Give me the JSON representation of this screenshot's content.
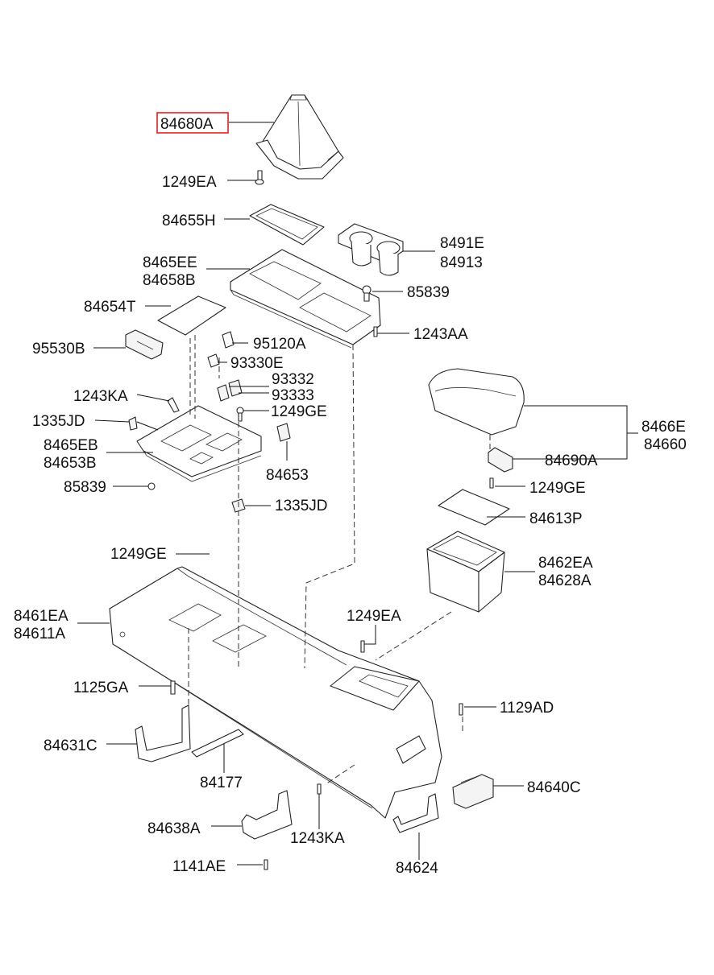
{
  "highlight_color": "#e02020",
  "labels": {
    "p84680A": "84680A",
    "p1249EA_a": "1249EA",
    "p84655H": "84655H",
    "p8491E": "8491E",
    "p84913": "84913",
    "p8465EE": "8465EE",
    "p84658B": "84658B",
    "p85839_a": "85839",
    "p84654T": "84654T",
    "p1243AA": "1243AA",
    "p95530B": "95530B",
    "p95120A": "95120A",
    "p93330E": "93330E",
    "p93332": "93332",
    "p93333": "93333",
    "p1243KA_a": "1243KA",
    "p1249GE_a": "1249GE",
    "p1335JD_a": "1335JD",
    "p8466E": "8466E",
    "p84660": "84660",
    "p8465EB": "8465EB",
    "p84653B": "84653B",
    "p84653": "84653",
    "p84690A": "84690A",
    "p85839_b": "85839",
    "p1249GE_b": "1249GE",
    "p1335JD_b": "1335JD",
    "p84613P": "84613P",
    "p1249GE_c": "1249GE",
    "p8462EA": "8462EA",
    "p84628A": "84628A",
    "p8461EA": "8461EA",
    "p84611A": "84611A",
    "p1249EA_b": "1249EA",
    "p1125GA": "1125GA",
    "p1129AD": "1129AD",
    "p84631C": "84631C",
    "p84177": "84177",
    "p84640C": "84640C",
    "p84638A": "84638A",
    "p1243KA_b": "1243KA",
    "p84624": "84624",
    "p1141AE": "1141AE"
  }
}
